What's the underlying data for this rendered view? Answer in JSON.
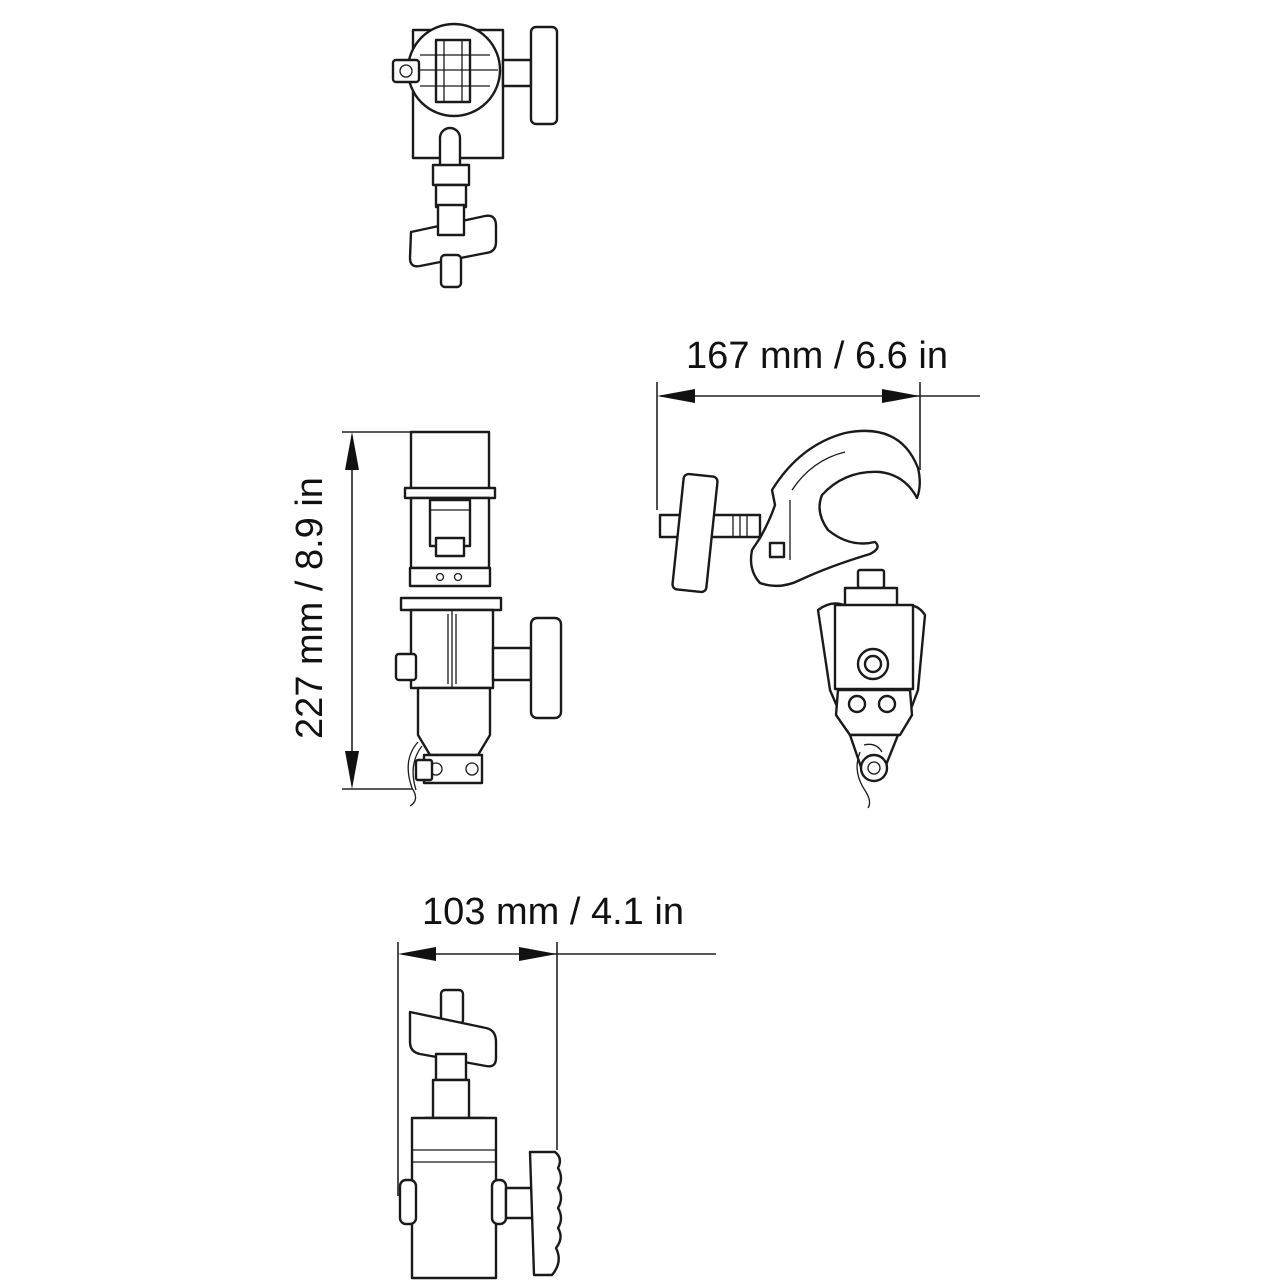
{
  "dimensions": {
    "width_hook": "167 mm / 6.6 in",
    "height_side": "227 mm / 8.9 in",
    "width_bottom": "103 mm / 4.1 in"
  },
  "colors": {
    "line": "#1a1a1a",
    "background": "#ffffff"
  }
}
